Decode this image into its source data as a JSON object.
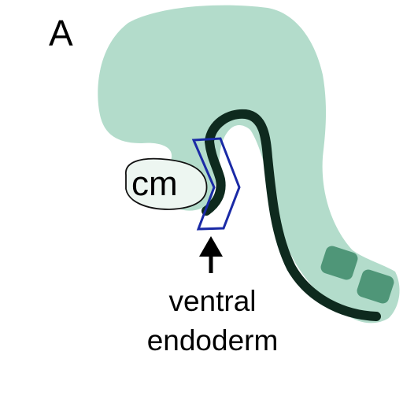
{
  "panel_label": "A",
  "structures": {
    "cardiac_mesoderm_label": "cm",
    "endoderm_label_line1": "ventral",
    "endoderm_label_line2": "endoderm"
  },
  "colors": {
    "embryo_fill": "#b3dccb",
    "endoderm_stroke": "#0e2a1e",
    "somite_fill": "#4f9678",
    "highlight_outline": "#1a2aa6",
    "cm_fill": "#edf6f1",
    "arrow": "#000000"
  }
}
